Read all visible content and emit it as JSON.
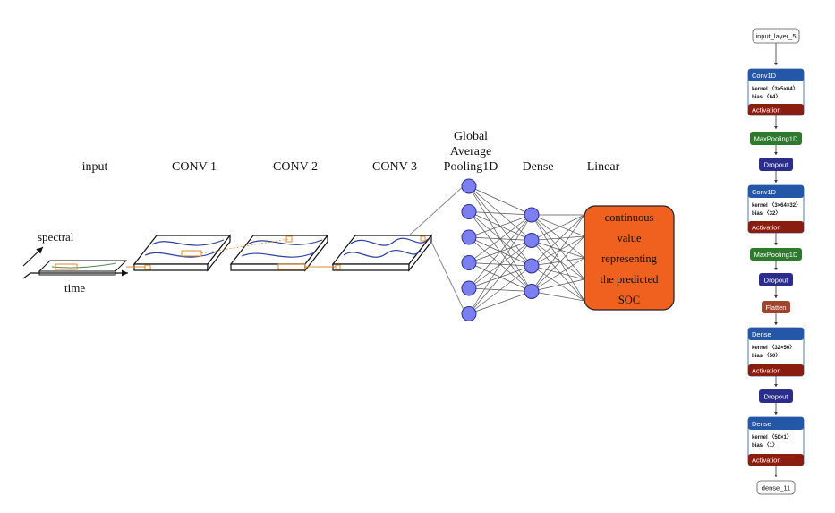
{
  "main": {
    "labels": {
      "input": "input",
      "conv1": "CONV 1",
      "conv2": "CONV 2",
      "conv3": "CONV 3",
      "gap_line1": "Global",
      "gap_line2": "Average",
      "gap_line3": "Pooling1D",
      "dense": "Dense",
      "linear": "Linear",
      "spectral": "spectral",
      "time": "time"
    },
    "output_box": {
      "lines": [
        "continuous",
        "value",
        "representing",
        "the predicted",
        "SOC"
      ],
      "color": "#f0601e"
    },
    "network": {
      "gap_nodes": 6,
      "dense_nodes": 4,
      "node_color": "#7b7ff0"
    }
  },
  "model_graph": {
    "input_node": "input_layer_5",
    "output_node": "dense_11",
    "conv1": {
      "title": "Conv1D",
      "kernel": "kernel 〈3×5×64〉",
      "bias": "bias 〈64〉",
      "activation": "Activation"
    },
    "maxpool1": "MaxPooling1D",
    "dropout1": "Dropout",
    "conv2": {
      "title": "Conv1D",
      "kernel": "kernel 〈3×64×32〉",
      "bias": "bias 〈32〉",
      "activation": "Activation"
    },
    "maxpool2": "MaxPooling1D",
    "dropout2": "Dropout",
    "flatten": "Flatten",
    "dense1": {
      "title": "Dense",
      "kernel": "kernel 〈32×50〉",
      "bias": "bias 〈50〉",
      "activation": "Activation"
    },
    "dropout3": "Dropout",
    "dense2": {
      "title": "Dense",
      "kernel": "kernel 〈50×1〉",
      "bias": "bias 〈1〉",
      "activation": "Activation"
    },
    "colors": {
      "layer_header": "#2457a8",
      "activation": "#8b1c10",
      "maxpool": "#2d7a2d",
      "dropout": "#2a2e8a",
      "flatten": "#a0442c"
    }
  }
}
